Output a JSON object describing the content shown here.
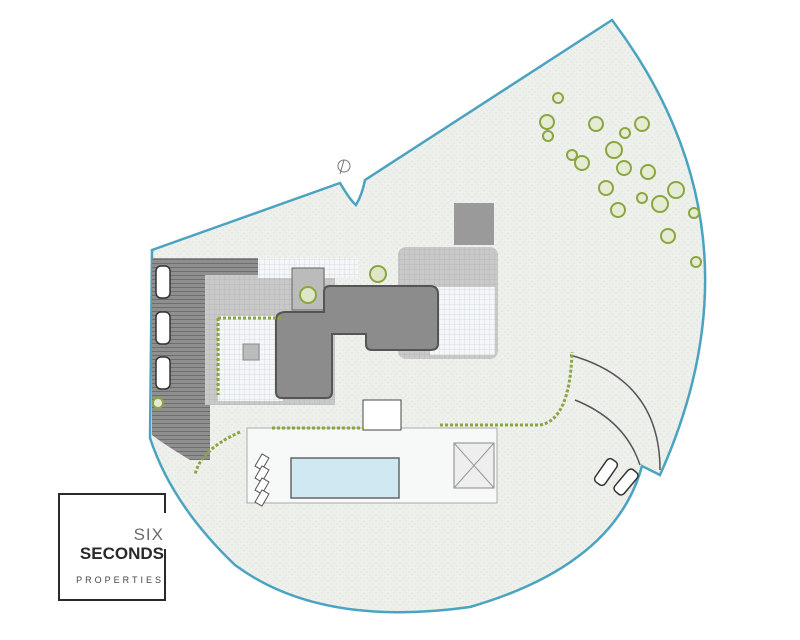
{
  "logo": {
    "line1": "SIX",
    "line2": "SECONDS",
    "line3": "PROPERTIES"
  },
  "colors": {
    "boundary": "#4aa3c0",
    "garden": "#eef0ec",
    "roof": "#8c8c8c",
    "terrace": "#d6d6d6",
    "pool": "#cfe8f2",
    "trees": "#8aa640"
  },
  "icons": [
    "north-arrow-icon",
    "car-icon",
    "tree-icon",
    "sun-lounger-icon"
  ]
}
